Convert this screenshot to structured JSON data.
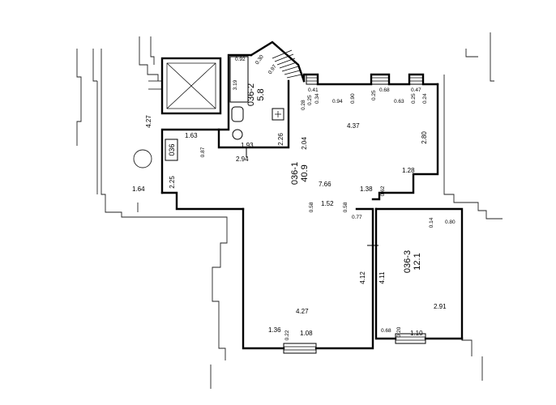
{
  "apartment": {
    "number": "036"
  },
  "rooms": {
    "main": {
      "id": "036-1",
      "area": "40.9"
    },
    "bathroom": {
      "id": "036-2",
      "area": "5.8"
    },
    "room3": {
      "id": "036-3",
      "area": "12.1"
    }
  },
  "dimensions": {
    "d_092": "0.92",
    "d_030": "0.30",
    "d_097": "0.97",
    "d_319": "3.19",
    "d_041": "0.41",
    "d_034": "0.34",
    "d_025a": "0.25",
    "d_028": "0.28",
    "d_094": "0.94",
    "d_090": "0.90",
    "d_068": "0.68",
    "d_025b": "0.25",
    "d_047": "0.47",
    "d_063": "0.63",
    "d_025c": "0.25",
    "d_024": "0.24",
    "d_427": "4.27",
    "d_163": "1.63",
    "d_087": "0.87",
    "d_193": "1.93",
    "d_226": "2.26",
    "d_204": "2.04",
    "d_437": "4.37",
    "d_280": "2.80",
    "d_294": "2.94",
    "d_225": "2.25",
    "d_164": "1.64",
    "d_766": "7.66",
    "d_128": "1.28",
    "d_138": "1.38",
    "d_062": "0.62",
    "d_152": "1.52",
    "d_058a": "0.58",
    "d_058b": "0.58",
    "d_077": "0.77",
    "d_014": "0.14",
    "d_080": "0.80",
    "d_412": "4.12",
    "d_411": "4.11",
    "d_427b": "4.27",
    "d_291": "2.91",
    "d_136": "1.36",
    "d_022": "0.22",
    "d_108": "1.08",
    "d_068b": "0.68",
    "d_020": "0.20",
    "d_110": "1.10"
  }
}
